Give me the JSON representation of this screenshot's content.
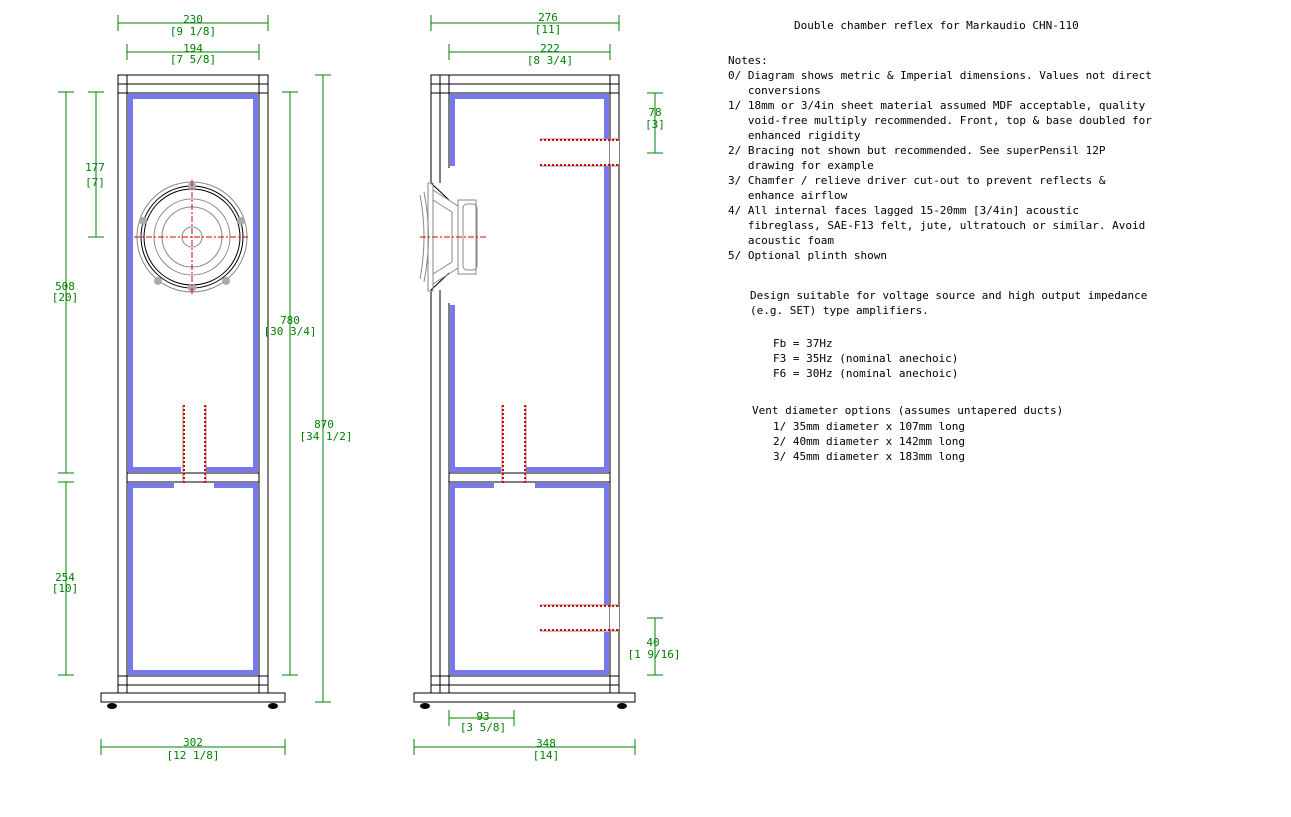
{
  "title": "Double chamber reflex for Markaudio CHN-110",
  "notes_heading": "Notes:",
  "notes": [
    "0/ Diagram shows metric & Imperial dimensions. Values not direct\n   conversions",
    "1/ 18mm or 3/4in sheet material assumed MDF acceptable, quality\n   void-free multiply recommended. Front, top & base doubled for\n   enhanced rigidity",
    "2/ Bracing not shown but recommended. See superPensil 12P\n   drawing for example",
    "3/ Chamfer / relieve driver cut-out to prevent reflects &\n   enhance airflow",
    "4/ All internal faces lagged 15-20mm [3/4in] acoustic\n   fibreglass, SAE-F13 felt, jute, ultratouch or similar. Avoid\n   acoustic foam",
    "5/ Optional plinth shown"
  ],
  "design_text": "Design suitable for voltage source and high output impedance\n(e.g. SET) type amplifiers.",
  "tuning": [
    "Fb = 37Hz",
    "F3 = 35Hz (nominal anechoic)",
    "F6 = 30Hz (nominal anechoic)"
  ],
  "vent_heading": "Vent diameter options (assumes untapered ducts)",
  "vents": [
    "1/ 35mm diameter x 107mm long",
    "2/ 40mm diameter x 142mm long",
    "3/ 45mm diameter x 183mm long"
  ],
  "dims": {
    "front_outer_width": [
      "230",
      "[9 1/8]"
    ],
    "front_inner_width": [
      "194",
      "[7 5/8]"
    ],
    "side_outer_depth": [
      "276",
      "[11]"
    ],
    "side_inner_depth": [
      "222",
      "[8 3/4]"
    ],
    "driver_centre": [
      "177",
      "[7]"
    ],
    "upper_chamber": [
      "508",
      "[20]"
    ],
    "lower_chamber": [
      "254",
      "[10]"
    ],
    "inner_height": [
      "780",
      "[30 3/4]"
    ],
    "overall_height": [
      "870",
      "[34 1/2]"
    ],
    "plinth_width": [
      "302",
      "[12 1/8]"
    ],
    "plinth_depth": [
      "348",
      "[14]"
    ],
    "top_port_offset": [
      "78",
      "[3]"
    ],
    "bottom_port_offset": [
      "40",
      "[1 9/16]"
    ],
    "inner_vent_offset": [
      "93",
      "[3 5/8]"
    ]
  },
  "colors": {
    "dimension": "#008000",
    "lagging": "#7777ee",
    "vent": "#dd0000",
    "outline": "#000000"
  }
}
